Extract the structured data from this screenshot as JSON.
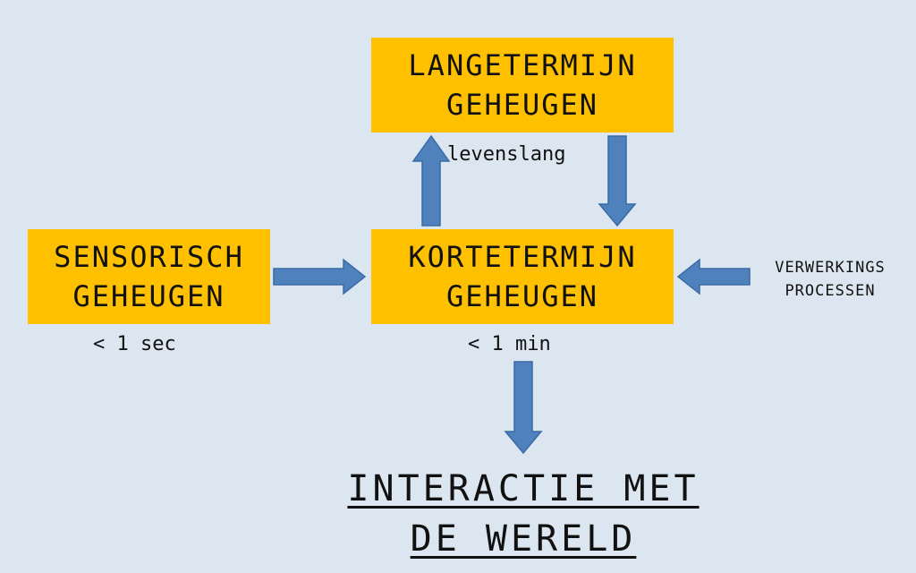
{
  "boxes": {
    "long_term": {
      "line1": "LANGETERMIJN",
      "line2": "GEHEUGEN"
    },
    "short_term": {
      "line1": "KORTETERMIJN",
      "line2": "GEHEUGEN"
    },
    "sensory": {
      "line1": "SENSORISCH",
      "line2": "GEHEUGEN"
    }
  },
  "labels": {
    "long_term_duration": "levenslang",
    "sensory_duration": "< 1 sec",
    "short_term_duration": "< 1 min",
    "processing_line1": "VERWERKINGS",
    "processing_line2": "PROCESSEN"
  },
  "title": {
    "line1": "INTERACTIE MET",
    "line2": "DE WERELD"
  },
  "colors": {
    "background": "#dce6f0",
    "box_fill": "#ffc000",
    "arrow_fill": "#4f81bd",
    "arrow_stroke": "#3a6aa5"
  }
}
